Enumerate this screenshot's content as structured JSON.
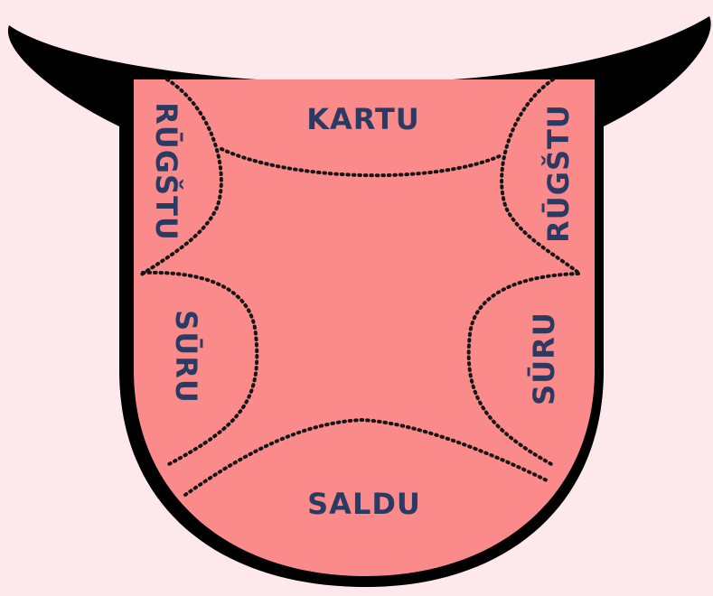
{
  "diagram": {
    "labels": {
      "top": "KARTU",
      "upper_left": "RŪGŠTU",
      "upper_right": "RŪGŠTU",
      "mid_left": "SŪRU",
      "mid_right": "SŪRU",
      "bottom": "SALDU"
    },
    "colors": {
      "background": "#fde8ec",
      "tongue": "#fb8a8a",
      "outline": "#000000",
      "label_text": "#2b3a63",
      "zone_border": "#151515"
    }
  }
}
